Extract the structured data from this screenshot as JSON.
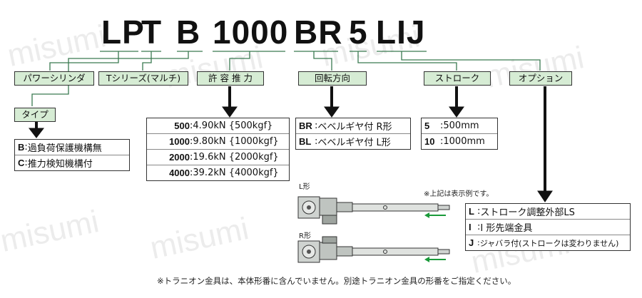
{
  "watermark": "misumi",
  "model_code": {
    "lp": "LP",
    "t": "T",
    "b": "B",
    "n1000": "1000",
    "br": "BR",
    "n5": "5",
    "lij": "LIJ"
  },
  "labels": {
    "power_cylinder": "パワーシリンダ",
    "t_series": "Tシリーズ(マルチ)",
    "type": "タイプ",
    "allowable_thrust": "許 容 推 力",
    "rotation_direction": "回転方向",
    "stroke": "ストローク",
    "option": "オプション"
  },
  "type_options": [
    {
      "code": "B",
      "text": "過負荷保護機構無"
    },
    {
      "code": "C",
      "text": "推力検知機構付"
    }
  ],
  "thrust_options": [
    {
      "code": "500",
      "text": "4.90kN {500kgf}"
    },
    {
      "code": "1000",
      "text": "9.80kN {1000kgf}"
    },
    {
      "code": "2000",
      "text": "19.6kN {2000kgf}"
    },
    {
      "code": "4000",
      "text": "39.2kN {4000kgf}"
    }
  ],
  "rotation_options": [
    {
      "code": "BR",
      "text": "ベベルギヤ付 R形"
    },
    {
      "code": "BL",
      "text": "ベベルギヤ付 L形"
    }
  ],
  "stroke_options": [
    {
      "code": "5",
      "text": "500mm"
    },
    {
      "code": "10",
      "text": "1000mm"
    }
  ],
  "option_options": [
    {
      "code": "L",
      "text": "ストローク調整外部LS"
    },
    {
      "code": "I",
      "text": "I 形先端金具"
    },
    {
      "code": "J",
      "text": "ジャバラ付(ストロークは変わりません)"
    }
  ],
  "figure": {
    "l_label": "L形",
    "r_label": "R形",
    "note": "※上記は表示例です。"
  },
  "footnote": "※トラニオン金具は、本体形番に含んでいません。別途トラニオン金具の形番をご指定ください。",
  "colors": {
    "label_bg": "#d6ecd4",
    "arrow": "#111111",
    "green_arrow": "#1a9a3a",
    "leader": "#3a7a50"
  }
}
